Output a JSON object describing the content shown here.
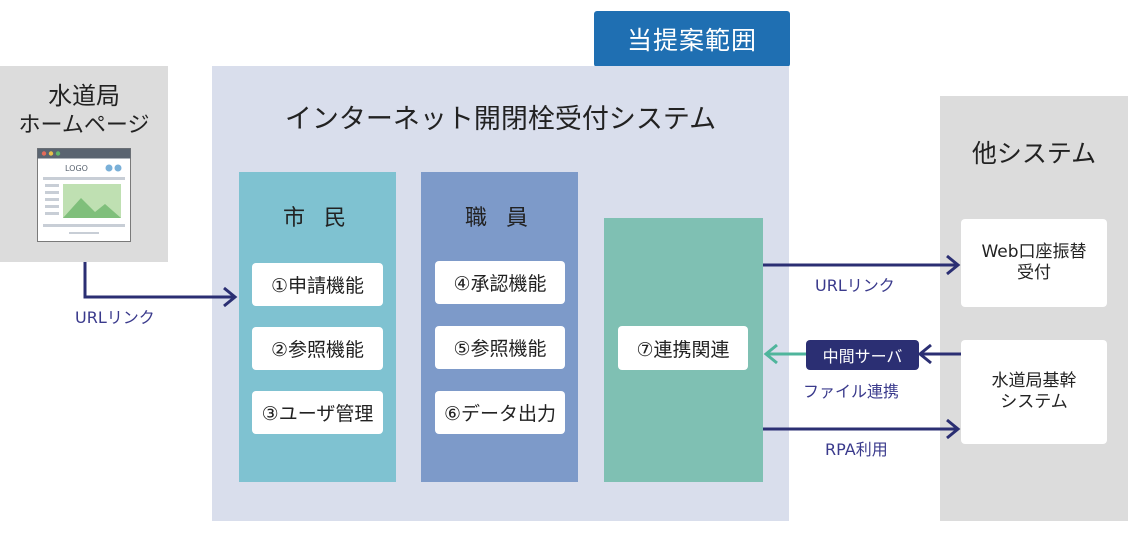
{
  "scope_label": "当提案範囲",
  "homepage": {
    "title_line1": "水道局",
    "title_line2": "ホームページ",
    "logo_text": "LOGO"
  },
  "system_title": "インターネット開閉栓受付システム",
  "citizen": {
    "title": "市 民",
    "items": [
      "①申請機能",
      "②参照機能",
      "③ユーザ管理"
    ]
  },
  "staff": {
    "title": "職 員",
    "items": [
      "④承認機能",
      "⑤参照機能",
      "⑥データ出力"
    ]
  },
  "integration": {
    "label": "⑦連携関連"
  },
  "other_systems": {
    "title": "他システム",
    "web_transfer_line1": "Web口座振替",
    "web_transfer_line2": "受付",
    "core_line1": "水道局基幹",
    "core_line2": "システム"
  },
  "links": {
    "url_link_left": "URLリンク",
    "url_link_right": "URLリンク",
    "middle_server": "中間サーバ",
    "file_integration": "ファイル連携",
    "rpa": "RPA利用"
  },
  "colors": {
    "scope_badge": "#1f6fb2",
    "main_panel": "#d9deec",
    "citizen_col": "#7fc2d1",
    "staff_col": "#7d9ac9",
    "integration_col": "#7fc0b3",
    "arrow_navy": "#2b2f73",
    "arrow_green": "#4fb59c",
    "gray_panel": "#dcdcdc"
  }
}
